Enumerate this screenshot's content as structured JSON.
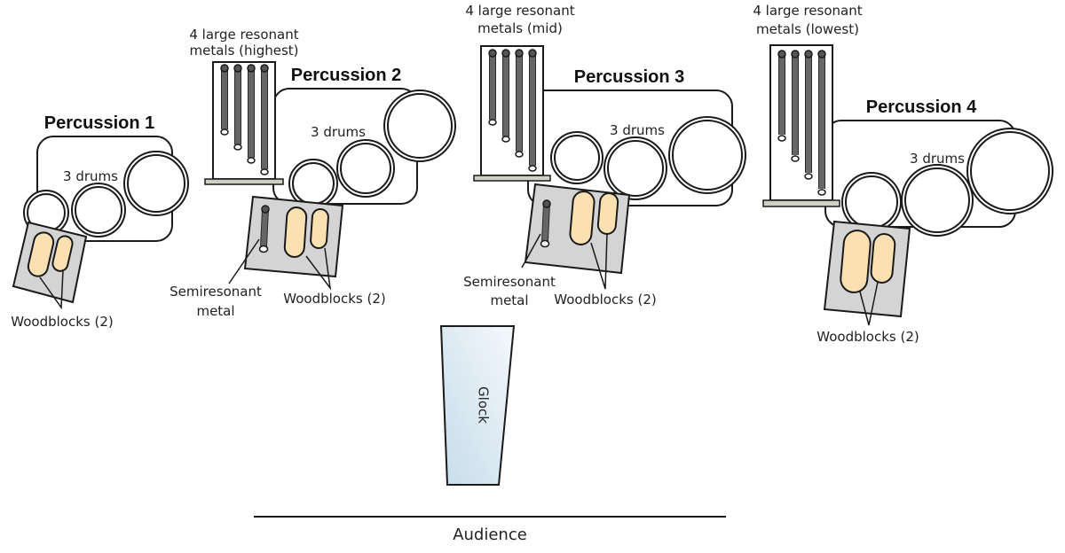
{
  "diagram": {
    "title": "Percussion stage layout",
    "colors": {
      "woodblock": "#fbe0b2",
      "tray": "#d4d4d4",
      "metal": "#666666",
      "glock_top": "#eef5f9",
      "glock_bottom": "#c9dfeb"
    },
    "stations": [
      {
        "name": "Percussion 1",
        "drums_label": "3 drums",
        "woodblocks_label": "Woodblocks (2)"
      },
      {
        "name": "Percussion 2",
        "drums_label": "3 drums",
        "metals_label_line1": "4 large resonant",
        "metals_label_line2": "metals (highest)",
        "semi_label_line1": "Semiresonant",
        "semi_label_line2": "metal",
        "woodblocks_label": "Woodblocks (2)"
      },
      {
        "name": "Percussion 3",
        "drums_label": "3 drums",
        "metals_label_line1": "4 large resonant",
        "metals_label_line2": "metals (mid)",
        "semi_label_line1": "Semiresonant",
        "semi_label_line2": "metal",
        "woodblocks_label": "Woodblocks (2)"
      },
      {
        "name": "Percussion 4",
        "drums_label": "3 drums",
        "metals_label_line1": "4 large resonant",
        "metals_label_line2": "metals (lowest)",
        "woodblocks_label": "Woodblocks (2)"
      }
    ],
    "glock_label": "Glock",
    "audience_label": "Audience"
  }
}
